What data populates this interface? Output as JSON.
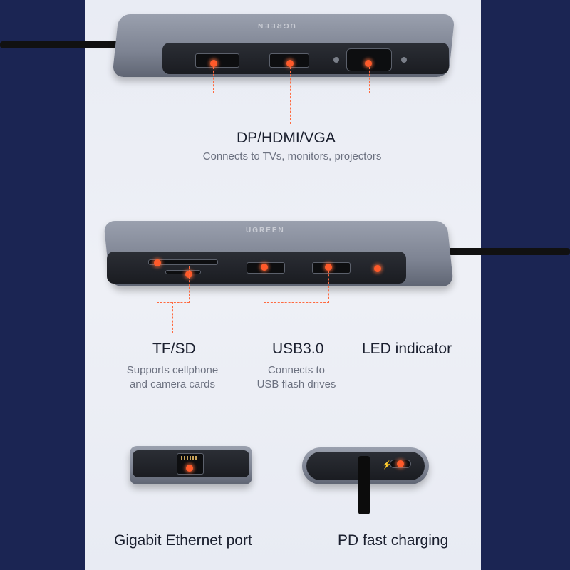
{
  "brand": "UGREEN",
  "sections": {
    "video": {
      "title": "DP/HDMI/VGA",
      "subtitle": "Connects to TVs, monitors, projectors"
    },
    "tfsd": {
      "title": "TF/SD",
      "subtitle_line1": "Supports cellphone",
      "subtitle_line2": "and camera cards"
    },
    "usb": {
      "title": "USB3.0",
      "subtitle_line1": "Connects to",
      "subtitle_line2": "USB flash drives"
    },
    "led": {
      "title": "LED indicator"
    },
    "ethernet": {
      "title": "Gigabit Ethernet port"
    },
    "pd": {
      "title": "PD fast charging"
    }
  },
  "colors": {
    "background": "#1b2553",
    "panel": "#eceef5",
    "accent": "#ff5a2a"
  }
}
